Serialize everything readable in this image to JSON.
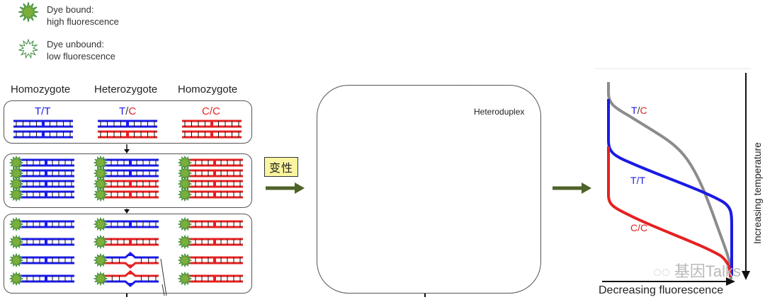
{
  "legend": {
    "items": [
      {
        "icon": "dye-bound-star-icon",
        "line1": "Dye  bound:",
        "line2": "high fluorescence"
      },
      {
        "icon": "dye-unbound-star-icon",
        "line1": "Dye unbound:",
        "line2": "low fluorescence"
      }
    ]
  },
  "left_panel": {
    "column_headers": [
      "Homozygote",
      "Heterozygote",
      "Homozygote"
    ],
    "genotypes": [
      {
        "a": "T",
        "sep": "/",
        "b": "T",
        "a_color": "blue",
        "b_color": "blue"
      },
      {
        "a": "T",
        "sep": "/",
        "b": "C",
        "a_color": "blue",
        "b_color": "red"
      },
      {
        "a": "C",
        "sep": "/",
        "b": "C",
        "a_color": "red",
        "b_color": "red"
      }
    ]
  },
  "denature": {
    "label": "变性"
  },
  "middle_panel": {
    "heteroduplex_label": "Heteroduplex"
  },
  "melt_chart": {
    "curve_labels": [
      {
        "a": "T",
        "sep": "/",
        "b": "C"
      },
      {
        "a": "T",
        "sep": "/",
        "b": "T"
      },
      {
        "a": "C",
        "sep": "/",
        "b": "C"
      }
    ],
    "y_axis_label": "Increasing temperature",
    "x_axis_label": "Decreasing fluorescence"
  },
  "watermark": {
    "text": "基因Talks"
  },
  "colors": {
    "blue": "#1a1ae6",
    "red": "#e62020",
    "gray": "#8c8c8c",
    "dye_green": "#7cae3c",
    "dye_outline": "#3c8c3c",
    "arrow_green": "#4f6228",
    "denature_bg": "#fbf5a0"
  }
}
